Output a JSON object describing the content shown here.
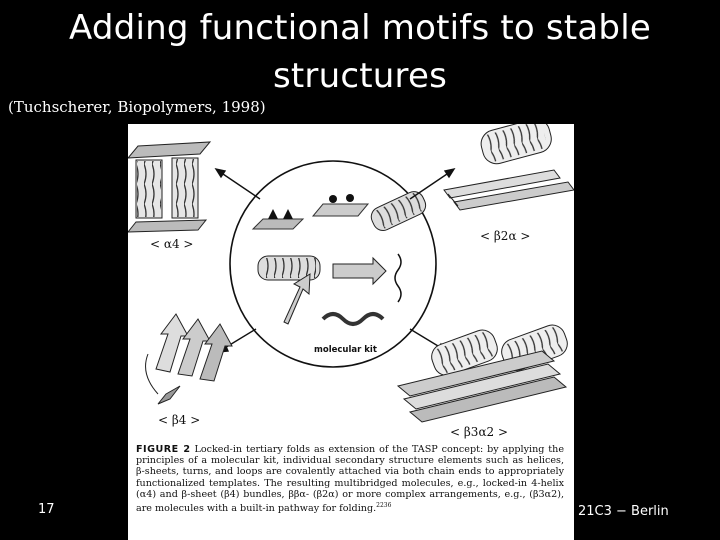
{
  "slide": {
    "title": "Adding functional motifs to stable structures",
    "citation": "(Tuchscherer, Biopolymers, 1998)",
    "page_number": "17",
    "footer_right": "21C3 − Berlin"
  },
  "figure": {
    "labels": {
      "alpha4": "< α4 >",
      "beta2alpha": "< β2α >",
      "beta4": "< β4 >",
      "beta3alpha2": "< β3α2 >",
      "molecular_kit": "molecular kit"
    },
    "caption_lead": "FIGURE 2",
    "caption_body": "Locked-in tertiary folds as extension of the TASP concept: by applying the principles of a molecular kit, individual secondary structure elements such as helices, β-sheets, turns, and loops are covalently attached via both chain ends to appropriately functionalized templates. The resulting multibridged molecules, e.g., locked-in 4-helix (α4) and β-sheet (β4) bundles, ββα- (β2α) or more complex arrangements, e.g., (β3α2), are molecules with a built-in pathway for folding.",
    "caption_ref": "2236"
  }
}
